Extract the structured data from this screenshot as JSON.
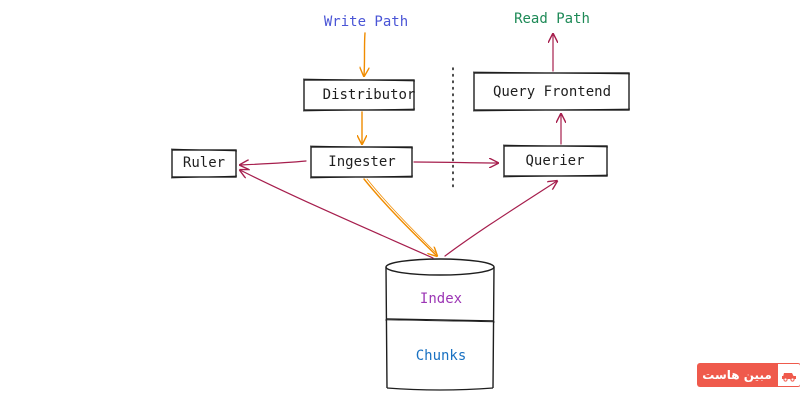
{
  "diagram": {
    "write_path": {
      "label": "Write Path",
      "color": "#4a55d6"
    },
    "read_path": {
      "label": "Read Path",
      "color": "#1e8a57"
    },
    "nodes": {
      "distributor": "Distributor",
      "ingester": "Ingester",
      "ruler": "Ruler",
      "querier": "Querier",
      "query_frontend": "Query Frontend"
    },
    "store": {
      "index": {
        "label": "Index",
        "color": "#9c36b5"
      },
      "chunks": {
        "label": "Chunks",
        "color": "#1971c2"
      }
    },
    "colors": {
      "write_arrow": "#f08c00",
      "read_arrow": "#a61e4d",
      "stroke": "#1e1e1e"
    }
  },
  "watermark": {
    "text": "مبین هاست",
    "icon": "car-icon",
    "color": "#ef5a4c"
  }
}
